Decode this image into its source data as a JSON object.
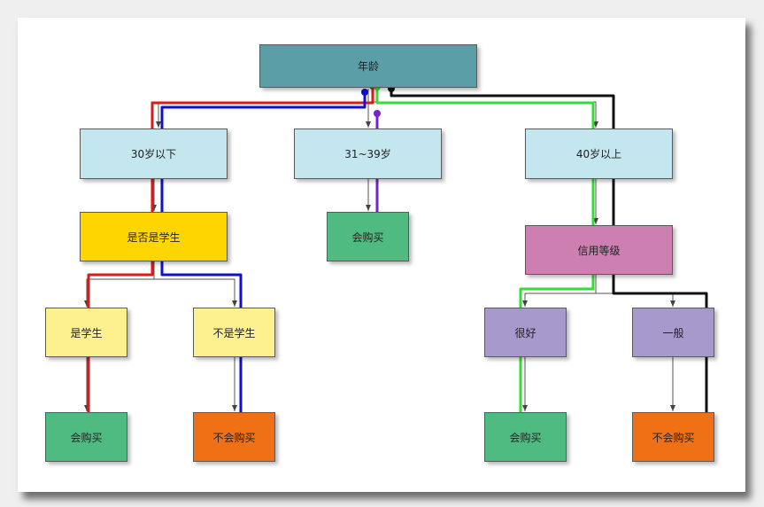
{
  "colors": {
    "root": "#5b9ea8",
    "range": "#c4e6ee",
    "question": "#fdd600",
    "credit": "#cc7fb0",
    "student": "#fdf08f",
    "credit_level": "#a899cc",
    "buy": "#4fbb80",
    "not_buy": "#f07016",
    "path_red": "#dd1a1a",
    "path_blue": "#1010cc",
    "path_purple": "#7722cc",
    "path_green": "#33dd33",
    "path_black": "#111111"
  },
  "nodes": {
    "root": "年龄",
    "age_under_30": "30岁以下",
    "age_31_39": "31~39岁",
    "age_over_40": "40岁以上",
    "is_student_q": "是否是学生",
    "buy_mid": "会购买",
    "credit_q": "信用等级",
    "is_student": "是学生",
    "not_student": "不是学生",
    "credit_good": "很好",
    "credit_normal": "一般",
    "leaf_buy_1": "会购买",
    "leaf_not_buy_1": "不会购买",
    "leaf_buy_2": "会购买",
    "leaf_not_buy_2": "不会购买"
  }
}
